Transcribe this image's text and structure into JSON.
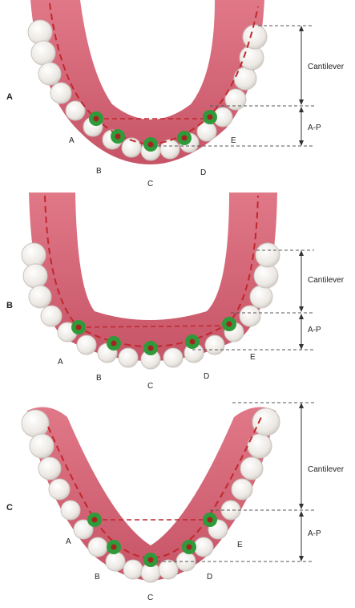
{
  "panels": [
    {
      "letter": "A",
      "points": [
        "A",
        "B",
        "C",
        "D",
        "E"
      ],
      "dimensions": {
        "upper": "Cantilever",
        "lower": "A-P"
      }
    },
    {
      "letter": "B",
      "points": [
        "A",
        "B",
        "C",
        "D",
        "E"
      ],
      "dimensions": {
        "upper": "Cantilever",
        "lower": "A-P"
      }
    },
    {
      "letter": "C",
      "points": [
        "A",
        "B",
        "C",
        "D",
        "E"
      ],
      "dimensions": {
        "upper": "Cantilever",
        "lower": "A-P"
      }
    }
  ],
  "colors": {
    "gum": "#d8697a",
    "gum_dark": "#b84a5c",
    "tooth": "#f1eeea",
    "tooth_edge": "#c9c4bf",
    "implant_ring": "#2f9a3a",
    "implant_core": "#a3241f",
    "arch_line": "#c1272d",
    "dim_line": "#333333"
  }
}
